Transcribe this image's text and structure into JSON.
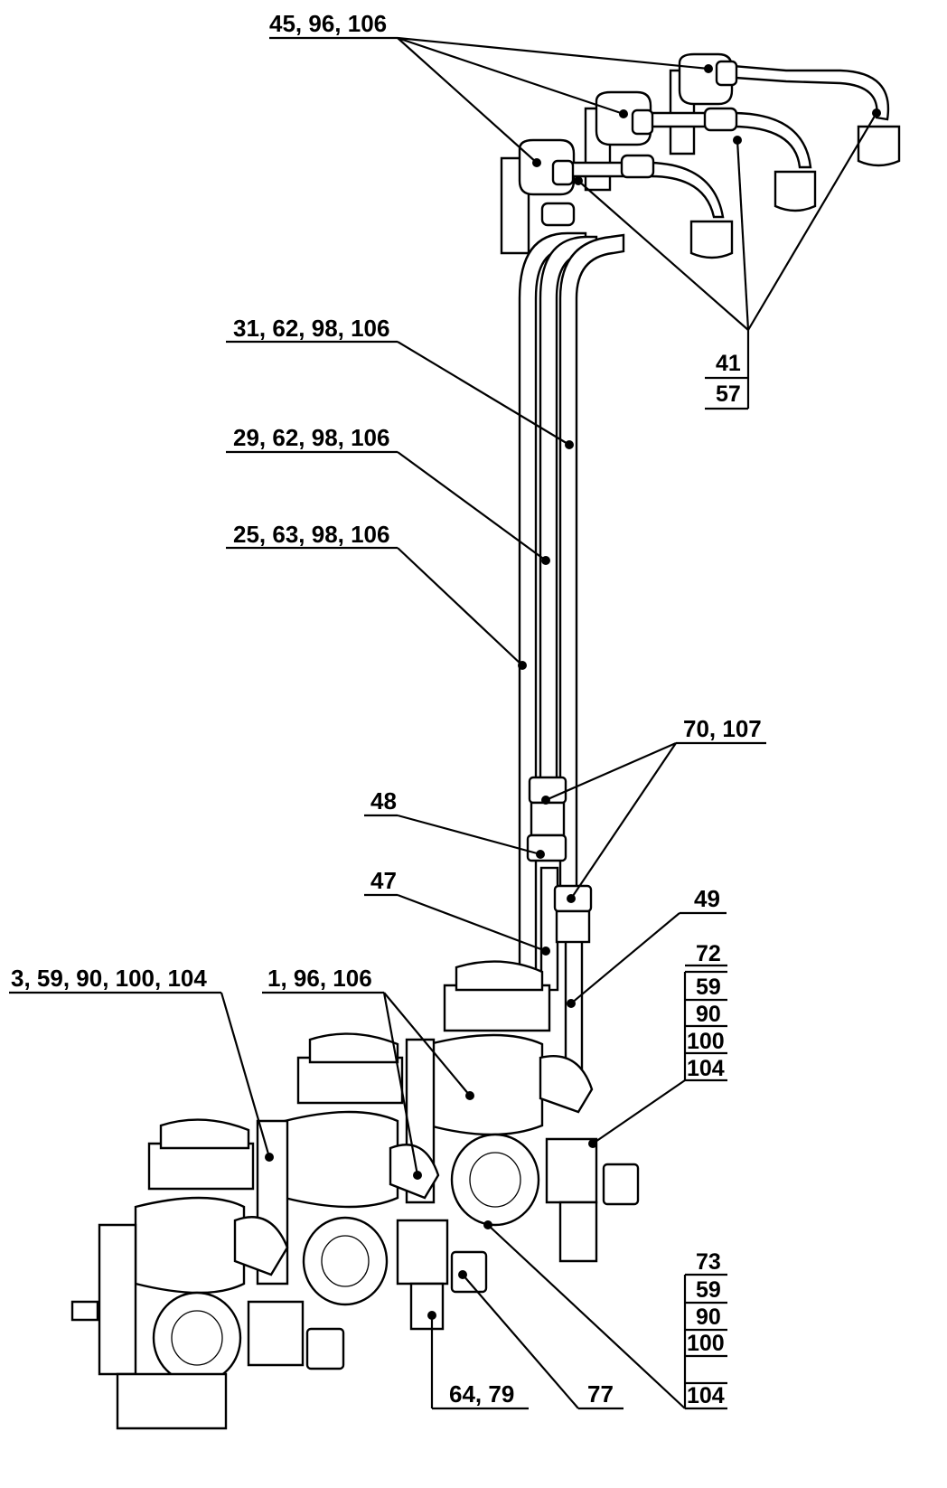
{
  "labels": {
    "l_45_96_106": "45, 96, 106",
    "l_41": "41",
    "l_57": "57",
    "l_31_62_98_106": "31, 62, 98, 106",
    "l_29_62_98_106": "29, 62, 98, 106",
    "l_25_63_98_106": "25, 63, 98, 106",
    "l_70_107": "70, 107",
    "l_48": "48",
    "l_47": "47",
    "l_49": "49",
    "l_3_59_90_100_104": "3, 59, 90, 100, 104",
    "l_1_96_106": "1, 96, 106",
    "l_64_79": "64, 79",
    "l_77": "77"
  },
  "stack_72": [
    "72",
    "59",
    "90",
    "100",
    "104"
  ],
  "stack_73": [
    "73",
    "59",
    "90",
    "100",
    "104"
  ]
}
